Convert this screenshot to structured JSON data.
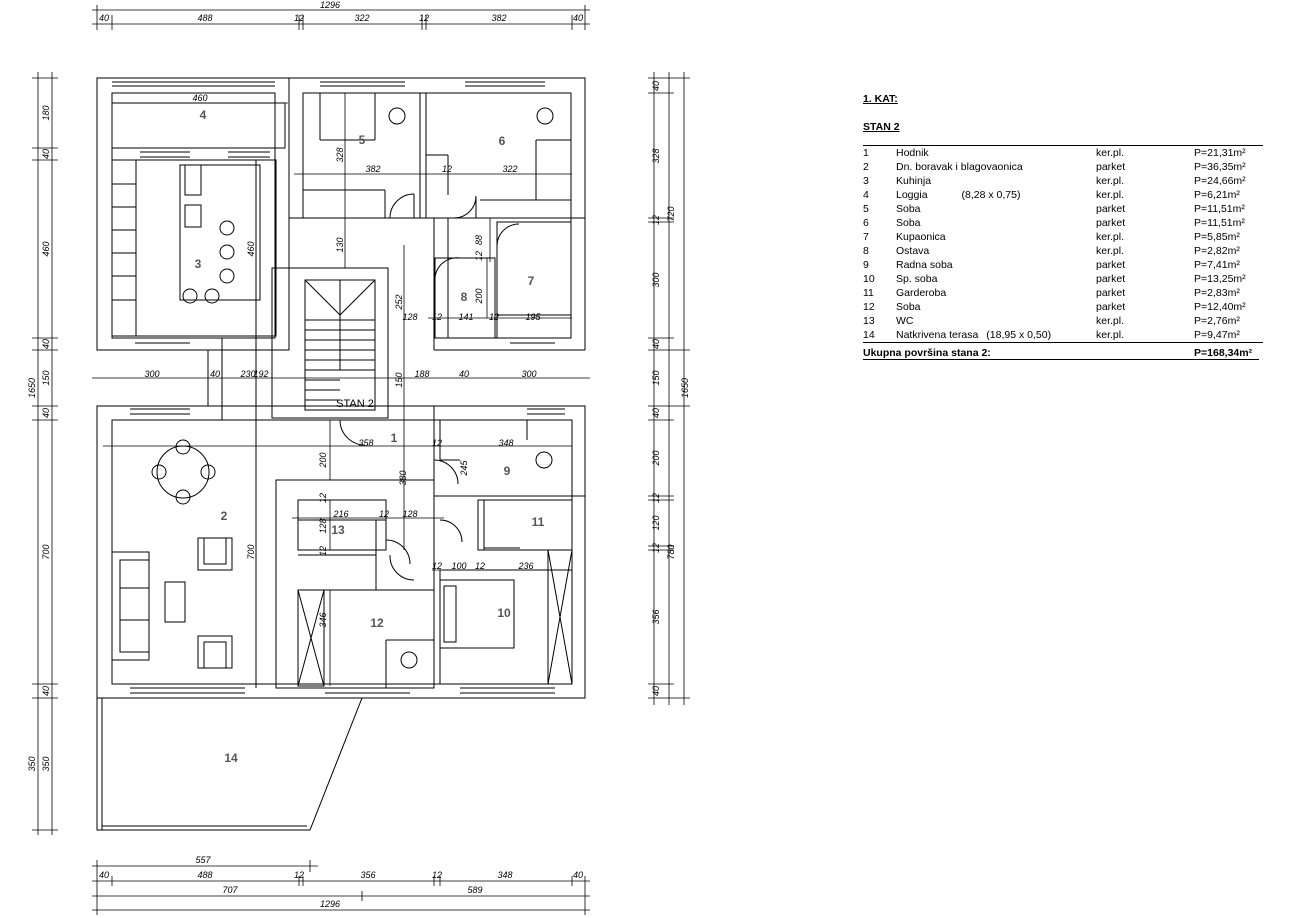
{
  "legend": {
    "heading": "1. KAT:",
    "subheading": "STAN 2",
    "rooms": [
      {
        "no": "1",
        "name": "Hodnik",
        "extra": "",
        "floor": "ker.pl.",
        "area": "P=21,31m²"
      },
      {
        "no": "2",
        "name": "Dn. boravak i blagovaonica",
        "extra": "",
        "floor": "parket",
        "area": "P=36,35m²"
      },
      {
        "no": "3",
        "name": "Kuhinja",
        "extra": "",
        "floor": "ker.pl.",
        "area": "P=24,66m²"
      },
      {
        "no": "4",
        "name": "Loggia",
        "extra": "(8,28 x 0,75)",
        "floor": "ker.pl.",
        "area": "P=6,21m²"
      },
      {
        "no": "5",
        "name": "Soba",
        "extra": "",
        "floor": "parket",
        "area": "P=11,51m²"
      },
      {
        "no": "6",
        "name": "Soba",
        "extra": "",
        "floor": "parket",
        "area": "P=11,51m²"
      },
      {
        "no": "7",
        "name": "Kupaonica",
        "extra": "",
        "floor": "ker.pl.",
        "area": "P=5,85m²"
      },
      {
        "no": "8",
        "name": "Ostava",
        "extra": "",
        "floor": "ker.pl.",
        "area": "P=2,82m²"
      },
      {
        "no": "9",
        "name": "Radna soba",
        "extra": "",
        "floor": "parket",
        "area": "P=7,41m²"
      },
      {
        "no": "10",
        "name": "Sp. soba",
        "extra": "",
        "floor": "parket",
        "area": "P=13,25m²"
      },
      {
        "no": "11",
        "name": "Garderoba",
        "extra": "",
        "floor": "parket",
        "area": "P=2,83m²"
      },
      {
        "no": "12",
        "name": "Soba",
        "extra": "",
        "floor": "parket",
        "area": "P=12,40m²"
      },
      {
        "no": "13",
        "name": "WC",
        "extra": "",
        "floor": "ker.pl.",
        "area": "P=2,76m²"
      },
      {
        "no": "14",
        "name": "Natkrivena terasa",
        "extra": "(18,95 x 0,50)",
        "floor": "ker.pl.",
        "area": "P=9,47m²"
      }
    ],
    "total_label": "Ukupna površina stana 2:",
    "total_value": "P=168,34m²"
  },
  "plan": {
    "apartment_label": "STAN 2",
    "room_numbers": [
      "1",
      "2",
      "3",
      "4",
      "5",
      "6",
      "7",
      "8",
      "9",
      "10",
      "11",
      "12",
      "13",
      "14"
    ],
    "dim_top": [
      "1296",
      "40",
      "488",
      "12",
      "322",
      "12",
      "382",
      "40"
    ],
    "dim_bottom_a": [
      "557"
    ],
    "dim_bottom_b": [
      "40",
      "488",
      "12",
      "356",
      "12",
      "348",
      "40"
    ],
    "dim_bottom_c": [
      "707",
      "589"
    ],
    "dim_bottom_d": [
      "1296"
    ],
    "dim_left_a": [
      "180",
      "40",
      "460",
      "40",
      "150",
      "40",
      "700",
      "40",
      "350"
    ],
    "dim_left_b": [
      "1650",
      "350"
    ],
    "dim_right_a": [
      "40",
      "328",
      "12",
      "300",
      "40",
      "150",
      "40",
      "200",
      "12",
      "120",
      "12",
      "356",
      "40"
    ],
    "dim_right_b": [
      "720",
      "1650",
      "780"
    ],
    "dim_mid_horiz": [
      "300",
      "40",
      "230",
      "192",
      "188",
      "40",
      "300"
    ],
    "dim_interior": [
      "460",
      "328",
      "382",
      "12",
      "322",
      "130",
      "88",
      "12",
      "460",
      "252",
      "200",
      "12",
      "141",
      "12",
      "128",
      "195",
      "150",
      "358",
      "12",
      "348",
      "200",
      "380",
      "245",
      "12",
      "216",
      "12",
      "128",
      "128",
      "12",
      "700",
      "12",
      "100",
      "12",
      "236",
      "346"
    ]
  }
}
